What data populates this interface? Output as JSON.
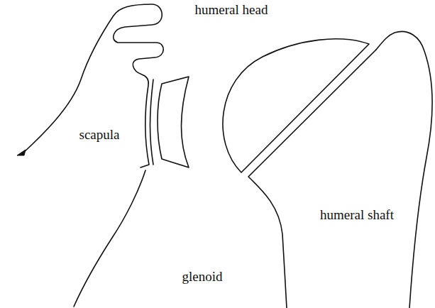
{
  "diagram": {
    "labels": [
      "humeral head",
      "scapula",
      "humeral shaft",
      "glenoid"
    ]
  }
}
